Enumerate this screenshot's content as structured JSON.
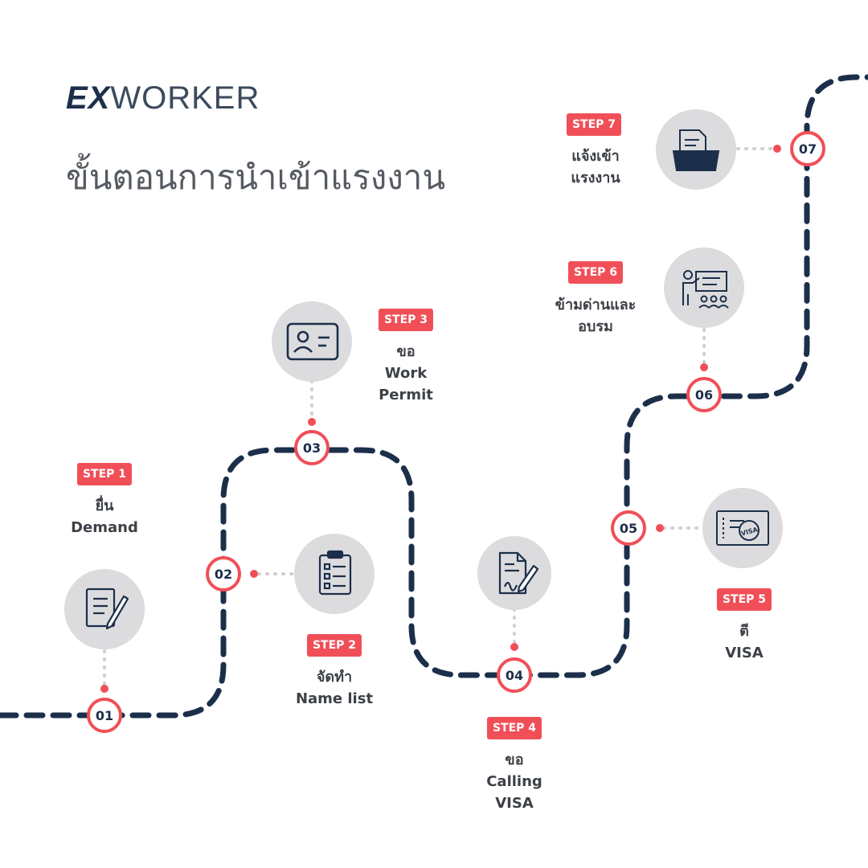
{
  "brand": {
    "ex": "EX",
    "worker": "WORKER"
  },
  "title": "ขั้นตอนการนำเข้าแรงงาน",
  "colors": {
    "navy": "#1c2f4a",
    "accent": "#f04f58",
    "circle": "#dcdcde",
    "text": "#3d4147"
  },
  "steps": [
    {
      "badge": "STEP 1",
      "line1": "ยื่น",
      "line2": "Demand",
      "line3": "",
      "number": "01",
      "icon": "checklist-pen-icon"
    },
    {
      "badge": "STEP 2",
      "line1": "จัดทำ",
      "line2": "Name list",
      "line3": "",
      "number": "02",
      "icon": "clipboard-list-icon"
    },
    {
      "badge": "STEP 3",
      "line1": "ขอ",
      "line2": "Work",
      "line3": "Permit",
      "number": "03",
      "icon": "id-card-icon"
    },
    {
      "badge": "STEP 4",
      "line1": "ขอ",
      "line2": "Calling",
      "line3": "VISA",
      "number": "04",
      "icon": "document-signature-icon"
    },
    {
      "badge": "STEP 5",
      "line1": "ตี",
      "line2": "VISA",
      "line3": "",
      "number": "05",
      "icon": "visa-stamp-icon"
    },
    {
      "badge": "STEP 6",
      "line1": "ข้ามด่านและ",
      "line2": "อบรม",
      "line3": "",
      "number": "06",
      "icon": "training-presentation-icon"
    },
    {
      "badge": "STEP 7",
      "line1": "แจ้งเข้า",
      "line2": "แรงงาน",
      "line3": "",
      "number": "07",
      "icon": "file-folder-icon"
    }
  ]
}
